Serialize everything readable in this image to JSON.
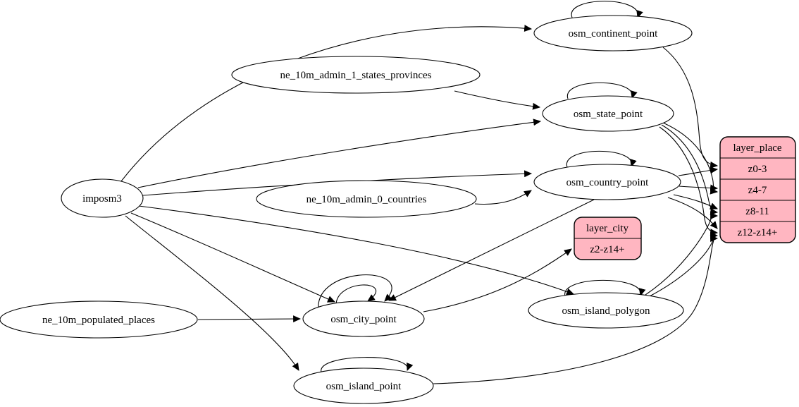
{
  "diagram": {
    "colors": {
      "background": "#ffffff",
      "node_fill": "#ffffff",
      "record_fill": "#ffb6c1",
      "stroke": "#000000"
    },
    "nodes": {
      "imposm3": {
        "label": "imposm3"
      },
      "ne_admin1": {
        "label": "ne_10m_admin_1_states_provinces"
      },
      "ne_admin0": {
        "label": "ne_10m_admin_0_countries"
      },
      "ne_popplaces": {
        "label": "ne_10m_populated_places"
      },
      "continent": {
        "label": "osm_continent_point"
      },
      "state": {
        "label": "osm_state_point"
      },
      "country": {
        "label": "osm_country_point"
      },
      "city": {
        "label": "osm_city_point"
      },
      "island_polygon": {
        "label": "osm_island_polygon"
      },
      "island_point": {
        "label": "osm_island_point"
      }
    },
    "records": {
      "layer_city": {
        "title": "layer_city",
        "rows": [
          "z2-z14+"
        ]
      },
      "layer_place": {
        "title": "layer_place",
        "rows": [
          "z0-3",
          "z4-7",
          "z8-11",
          "z12-z14+"
        ]
      }
    },
    "edges": [
      {
        "from": "imposm3",
        "to": "osm_continent_point"
      },
      {
        "from": "imposm3",
        "to": "osm_state_point"
      },
      {
        "from": "imposm3",
        "to": "osm_country_point"
      },
      {
        "from": "imposm3",
        "to": "osm_city_point"
      },
      {
        "from": "imposm3",
        "to": "osm_island_polygon"
      },
      {
        "from": "imposm3",
        "to": "osm_island_point"
      },
      {
        "from": "ne_10m_admin_1_states_provinces",
        "to": "osm_state_point"
      },
      {
        "from": "ne_10m_admin_0_countries",
        "to": "osm_country_point"
      },
      {
        "from": "ne_10m_populated_places",
        "to": "osm_city_point"
      },
      {
        "from": "osm_continent_point",
        "to": "layer_place:z0-3"
      },
      {
        "from": "osm_country_point",
        "to": "layer_place:z0-3"
      },
      {
        "from": "osm_country_point",
        "to": "layer_place:z4-7"
      },
      {
        "from": "osm_country_point",
        "to": "layer_place:z8-11"
      },
      {
        "from": "osm_country_point",
        "to": "layer_place:z12-z14+"
      },
      {
        "from": "osm_state_point",
        "to": "layer_place:z4-7"
      },
      {
        "from": "osm_state_point",
        "to": "layer_place:z8-11"
      },
      {
        "from": "osm_state_point",
        "to": "layer_place:z12-z14+"
      },
      {
        "from": "osm_island_polygon",
        "to": "layer_place:z8-11"
      },
      {
        "from": "osm_island_polygon",
        "to": "layer_place:z12-z14+"
      },
      {
        "from": "osm_island_point",
        "to": "layer_place:z12-z14+"
      },
      {
        "from": "osm_city_point",
        "to": "layer_city:z2-z14+"
      },
      {
        "from": "osm_country_point",
        "to": "osm_city_point"
      },
      {
        "from": "osm_continent_point",
        "to": "osm_continent_point"
      },
      {
        "from": "osm_state_point",
        "to": "osm_state_point"
      },
      {
        "from": "osm_country_point",
        "to": "osm_country_point"
      },
      {
        "from": "osm_city_point",
        "to": "osm_city_point"
      },
      {
        "from": "osm_city_point",
        "to": "osm_city_point"
      },
      {
        "from": "osm_island_polygon",
        "to": "osm_island_polygon"
      },
      {
        "from": "osm_island_point",
        "to": "osm_island_point"
      }
    ]
  }
}
